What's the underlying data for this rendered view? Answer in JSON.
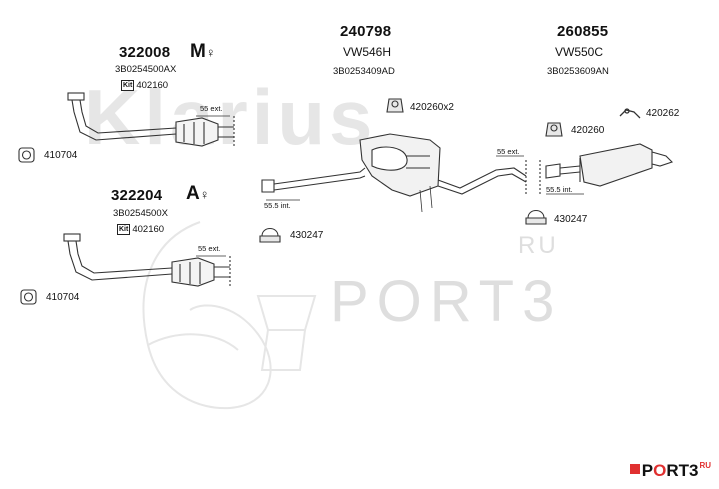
{
  "watermark": {
    "main": "Klarius",
    "secondary": "PORT3",
    "secondary_suffix": "RU"
  },
  "brand": {
    "text_start": "P",
    "text_o": "O",
    "text_end": "RT3",
    "suffix": "RU",
    "accent_color": "#e03030"
  },
  "front_pipe_1": {
    "part_number": "322008",
    "code": "3B0254500AX",
    "kit_label": "Kit",
    "kit_number": "402160",
    "symbol": "M",
    "dimension": "55 ext.",
    "gasket_number": "410704"
  },
  "front_pipe_2": {
    "part_number": "322204",
    "code": "3B0254500X",
    "kit_label": "Kit",
    "kit_number": "402160",
    "symbol": "A",
    "dimension": "55 ext.",
    "gasket_number": "410704"
  },
  "centre_silencer": {
    "part_number": "240798",
    "model": "VW546H",
    "code": "3B0253409AD",
    "mount_number": "420260x2",
    "dimension_in": "55.5 int.",
    "clamp_number": "430247",
    "dimension_out": "55 ext."
  },
  "rear_silencer": {
    "part_number": "260855",
    "model": "VW550C",
    "code": "3B0253609AN",
    "hanger_number": "420262",
    "mount_number": "420260",
    "dimension_in": "55.5 int.",
    "clamp_number": "430247"
  }
}
